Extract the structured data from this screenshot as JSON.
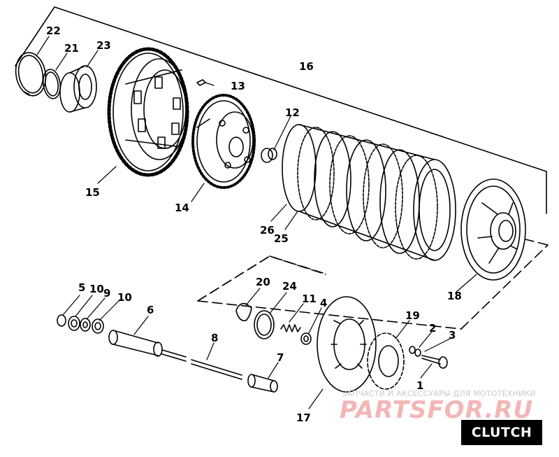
{
  "title": "CLUTCH",
  "watermark": {
    "line1": "ЗАПЧАСТИ И АКСЕССУАРЫ ДЛЯ МОТОТЕХНИКИ",
    "line2": "PARTSFOR.RU"
  },
  "callouts": {
    "p1": "1",
    "p2": "2",
    "p3": "3",
    "p4": "4",
    "p5": "5",
    "p6": "6",
    "p7": "7",
    "p8": "8",
    "p9": "9",
    "p10a": "10",
    "p10b": "10",
    "p11": "11",
    "p12": "12",
    "p13": "13",
    "p14": "14",
    "p15": "15",
    "p16": "16",
    "p17": "17",
    "p18": "18",
    "p19": "19",
    "p20": "20",
    "p21": "21",
    "p22": "22",
    "p23": "23",
    "p24": "24",
    "p25": "25",
    "p26": "26"
  }
}
